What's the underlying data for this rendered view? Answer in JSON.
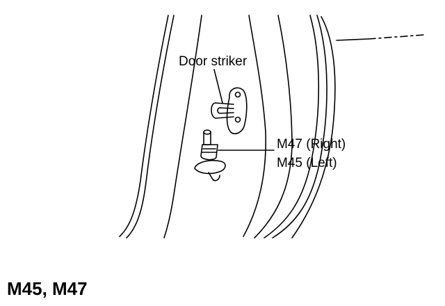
{
  "labels": {
    "door_striker": "Door striker",
    "switch_right": "M47 (Right)",
    "switch_left": "M45 (Left)"
  },
  "caption": "M45,  M47",
  "colors": {
    "ink": "#000000",
    "background": "#ffffff"
  }
}
